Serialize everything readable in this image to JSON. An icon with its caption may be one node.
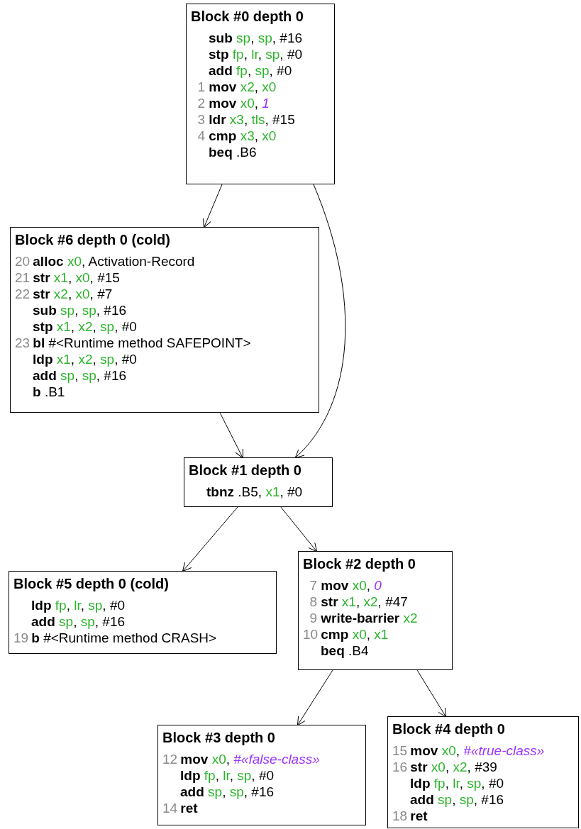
{
  "diagram": {
    "nodes": [
      {
        "text": [
          "Block #0 depth 0",
          "**sub** sp, sp, #16",
          "**stp** fp, lr, sp, #0",
          "**add** fp, sp, #0",
          "1 **mov** x2, x0",
          "2 **mov** x0, *1*",
          "3 **ldr** x3, tls, #15",
          "4 **cmp** x3, x0",
          "**beq** .B6"
        ]
      },
      {
        "text": [
          "Block #1 depth 0",
          "**tbnz** .B5, x1, #0"
        ]
      },
      {
        "text": [
          "Block #2 depth 0",
          "7 **mov** x0, *0*",
          "8 **str** x1, x2, #47",
          "9 **write-barrier** x2",
          "10 **cmp** x0, x1",
          "**beq** .B4"
        ]
      },
      {
        "text": [
          "Block #3 depth 0",
          "12 **mov** x0, *#«false-class»*",
          "**ldp** fp, lr, sp, #0",
          "**add** sp, sp, #16",
          "14 **ret**"
        ]
      },
      {
        "text": [
          "Block #4 depth 0",
          "15 **mov** x0, *#«true-class»*",
          "16 **str** x0, x2, #39",
          "**ldp** fp, lr, sp, #0",
          "**add** sp, sp, #16",
          "18 **ret**"
        ]
      },
      {
        "text": [
          "Block #5 depth 0 (cold)",
          "**ldp** fp, lr, sp, #0",
          "**add** sp, sp, #16",
          "19 **b** #<Runtime method CRASH>"
        ]
      },
      {
        "text": [
          "Block #6 depth 0 (cold)",
          "20 **alloc** x0, Activation-Record",
          "21 **str** x1, x0, #15",
          "22 **str** x2, x0, #7",
          "**sub** sp, sp, #16",
          "**stp** x1, x2, sp, #0",
          "23 **bl** #<Runtime method SAFEPOINT>",
          "**ldp** x1, x2, sp, #0",
          "**add** sp, sp, #16",
          "**b** .B1"
        ]
      }
    ],
    "edges": [
      {
        "from": 0,
        "to": 6,
        "arrow": "to"
      },
      {
        "from": 0,
        "to": 1,
        "arrow": "to"
      },
      {
        "from": 6,
        "to": 1,
        "arrow": "to"
      },
      {
        "from": 1,
        "to": 5,
        "arrow": "to"
      },
      {
        "from": 1,
        "to": 2,
        "arrow": "to"
      },
      {
        "from": 2,
        "to": 3,
        "arrow": "to"
      },
      {
        "from": 2,
        "to": 4,
        "arrow": "to"
      }
    ]
  }
}
